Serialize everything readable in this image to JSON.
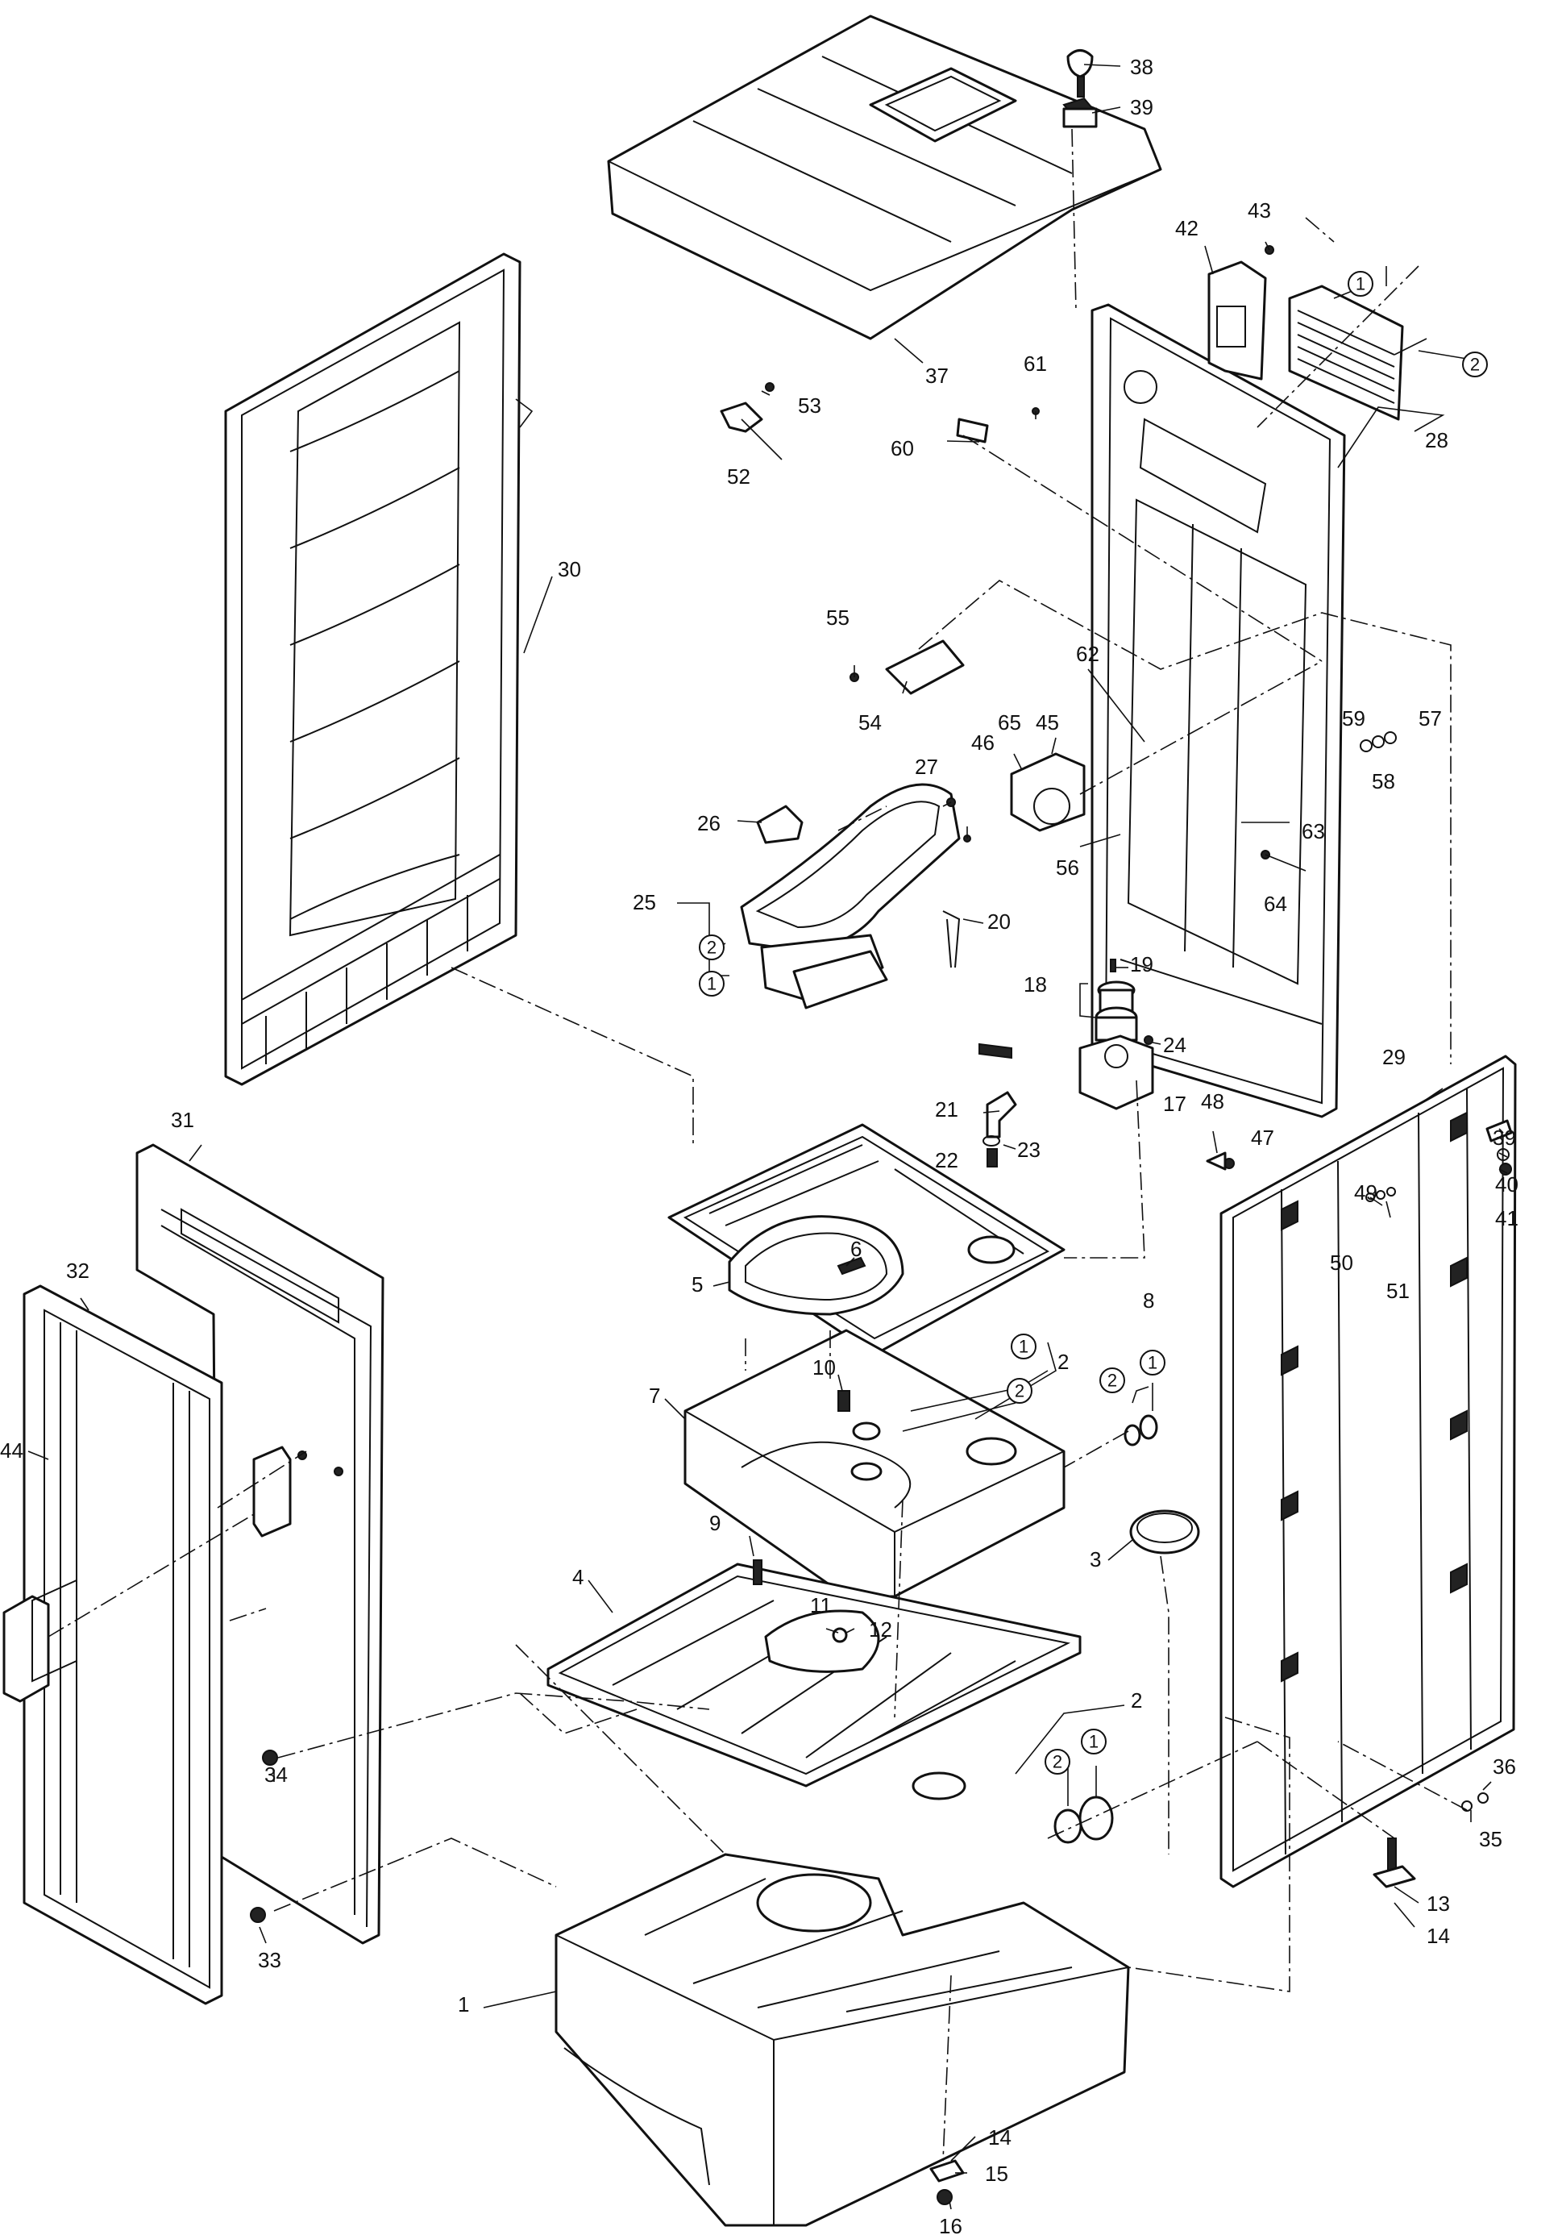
{
  "labels": [
    "1",
    "2",
    "3",
    "4",
    "5",
    "6",
    "7",
    "8",
    "9",
    "10",
    "11",
    "12",
    "13",
    "14",
    "15",
    "16",
    "17",
    "18",
    "19",
    "20",
    "21",
    "22",
    "23",
    "24",
    "25",
    "26",
    "27",
    "28",
    "29",
    "30",
    "31",
    "32",
    "33",
    "34",
    "35",
    "36",
    "37",
    "38",
    "39",
    "40",
    "41",
    "42",
    "43",
    "44",
    "45",
    "46",
    "47",
    "48",
    "49",
    "50",
    "51",
    "52",
    "53",
    "54",
    "55",
    "56",
    "57",
    "58",
    "59",
    "60",
    "61",
    "62",
    "63",
    "64",
    "65"
  ],
  "sub_markers": [
    "①",
    "②"
  ]
}
